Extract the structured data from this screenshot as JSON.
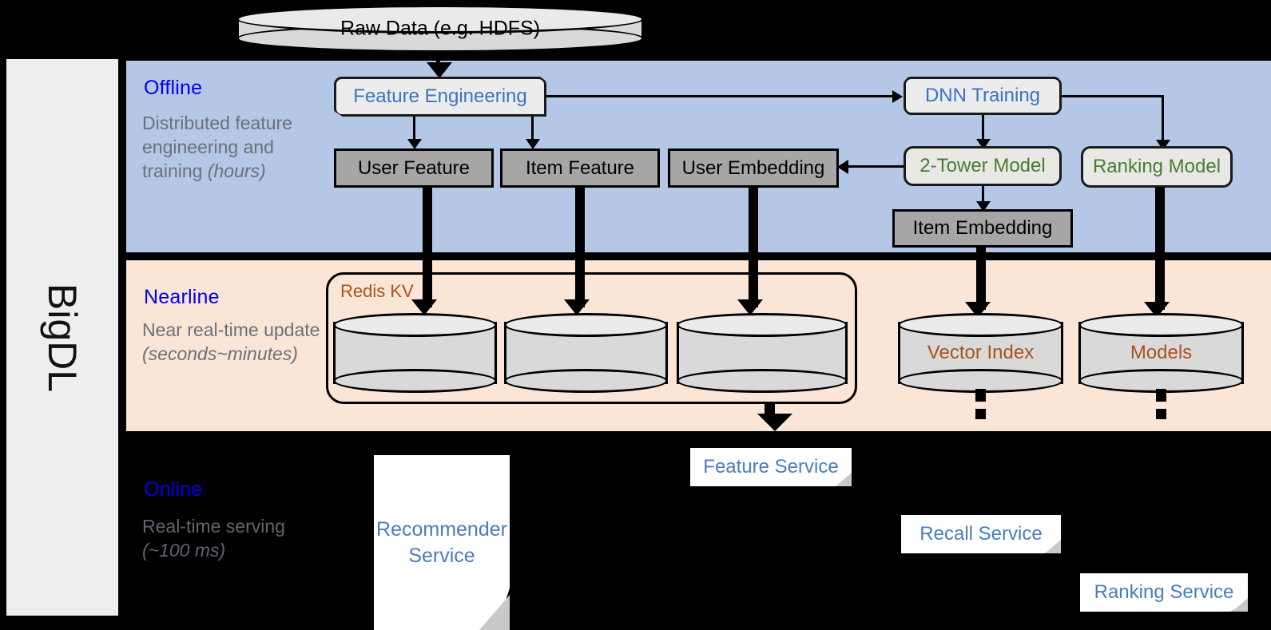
{
  "sidebar": {
    "brand": "BigDL"
  },
  "bands": [
    {
      "id": "offline",
      "title": "Offline",
      "desc_main": "Distributed feature engineering and training ",
      "desc_em": "(hours)",
      "bg": "#b4c7e7"
    },
    {
      "id": "nearline",
      "title": "Nearline",
      "desc_main": "Near real-time update ",
      "desc_em": "(seconds~minutes)",
      "bg": "#fae5d6"
    },
    {
      "id": "online",
      "title": "Online",
      "desc_main": "Real-time serving ",
      "desc_em": "(~100 ms)",
      "bg": "#000000"
    }
  ],
  "nodes": {
    "raw_data": "Raw Data (e.g. HDFS)",
    "feature_engineering": "Feature Engineering",
    "dnn_training": "DNN Training",
    "user_feature": "User Feature",
    "item_feature": "Item Feature",
    "user_embedding": "User Embedding",
    "two_tower_model": "2-Tower Model",
    "ranking_model": "Ranking Model",
    "item_embedding": "Item Embedding",
    "redis_kv": "Redis KV",
    "vector_index": "Vector Index",
    "models": "Models",
    "feature_service": "Feature Service",
    "recommender_service": "Recommender Service",
    "recall_service": "Recall Service",
    "ranking_service": "Ranking Service"
  },
  "colors": {
    "offline_bg": "#b4c7e7",
    "nearline_bg": "#fae5d6",
    "online_bg": "#000000",
    "band_title": "#0000ee",
    "band_desc": "#6a717c",
    "blue_text": "#3b73c4",
    "green_text": "#4b7d2e",
    "brown_text": "#a9531b",
    "gray_box": "#a6a6a6",
    "cylinder": "#d9d9d9",
    "rail_bg": "#eeeeee"
  }
}
